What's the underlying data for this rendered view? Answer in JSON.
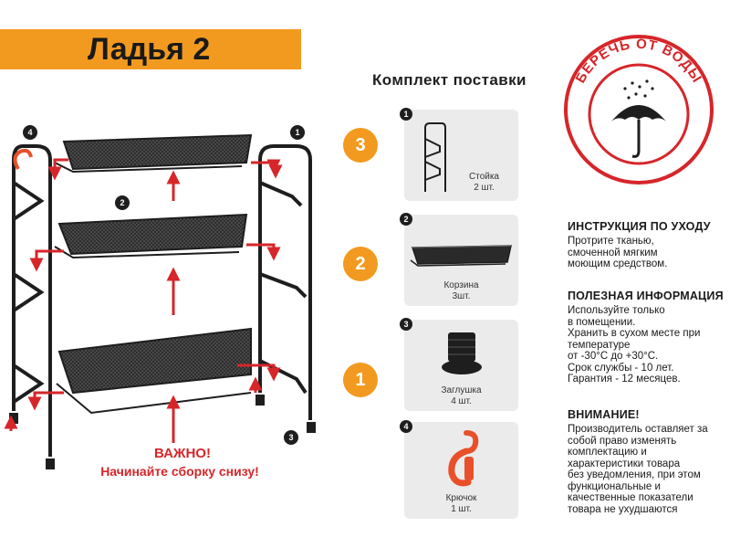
{
  "title": "Ладья 2",
  "kit_heading": "Комплект поставки",
  "steps": [
    "3",
    "2",
    "1"
  ],
  "components": [
    {
      "num": "1",
      "name": "Стойка",
      "qty": "2 шт."
    },
    {
      "num": "2",
      "name": "Корзина",
      "qty": "3шт."
    },
    {
      "num": "3",
      "name": "Заглушка",
      "qty": "4 шт."
    },
    {
      "num": "4",
      "name": "Крючок",
      "qty": "1 шт."
    }
  ],
  "stamp": {
    "text": "БЕРЕЧЬ ОТ ВОДЫ",
    "color": "#d6262a"
  },
  "care": {
    "heading": "ИНСТРУКЦИЯ ПО УХОДУ",
    "body": "Протрите тканью,\nсмоченной мягким\nмоющим средством."
  },
  "info": {
    "heading": "ПОЛЕЗНАЯ ИНФОРМАЦИЯ",
    "body": "Используйте только\nв помещении.\nХранить в сухом месте при\nтемпературе\nот -30°C до +30°C.\nСрок службы - 10 лет.\nГарантия - 12 месяцев."
  },
  "attention": {
    "heading": "ВНИМАНИЕ!",
    "body": "Производитель оставляет за\nсобой право изменять\nкомплектацию и\nхарактеристики товара\nбез уведомления, при этом\nфункциональные и\nкачественные показатели\nтовара не ухудшаются"
  },
  "warning": {
    "line1": "ВАЖНО!",
    "line2": "Начинайте сборку снизу!"
  },
  "diagram_badges": [
    "4",
    "1",
    "2",
    "3"
  ],
  "colors": {
    "accent": "#f29a1f",
    "warning": "#d6262a",
    "hook": "#e8502a",
    "card": "#ebebeb"
  }
}
